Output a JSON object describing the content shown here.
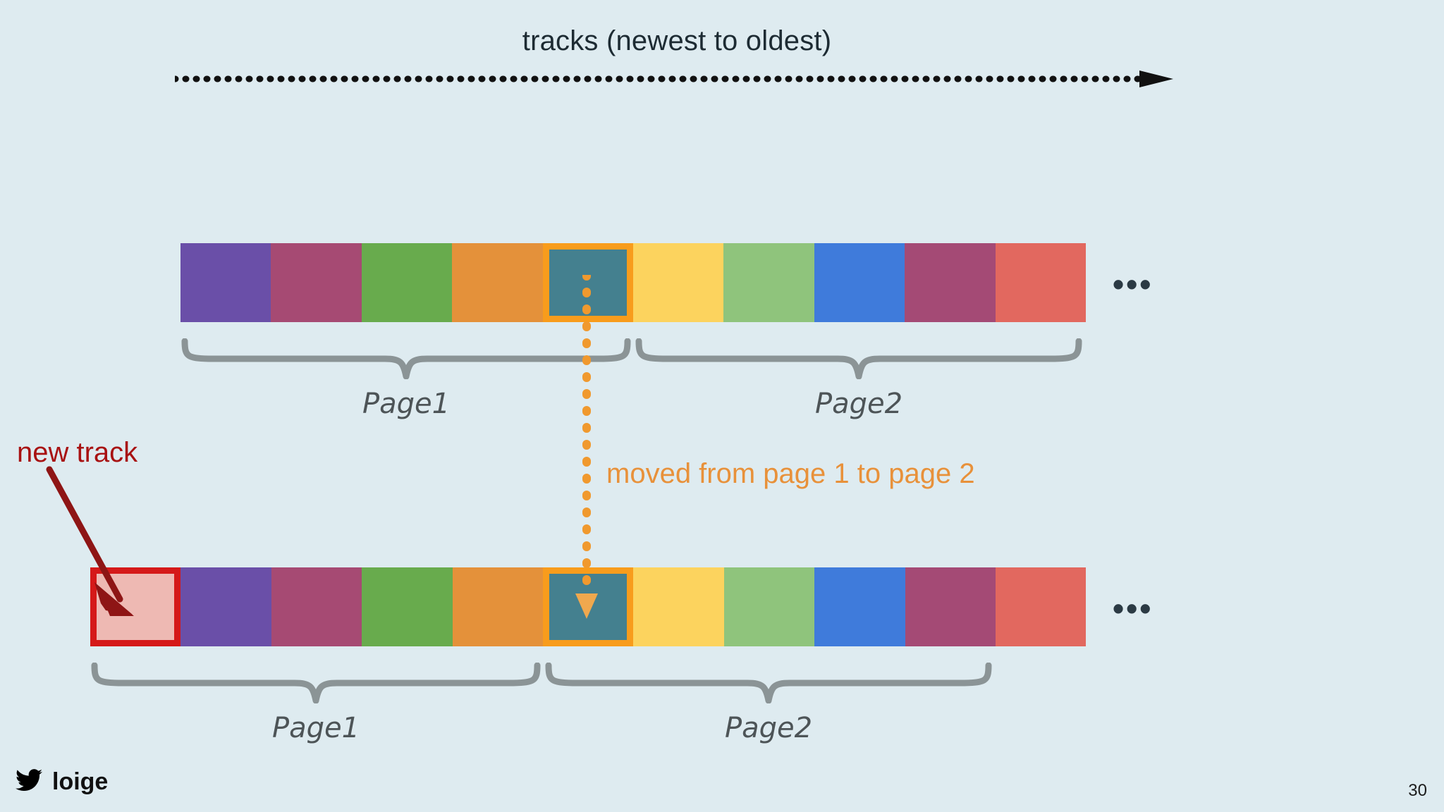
{
  "slide": {
    "background_color": "#deebf0",
    "page_number": "30",
    "timeline": {
      "title": "tracks (newest to oldest)",
      "axis_style": "dotted-arrow",
      "axis_color": "#111111"
    },
    "annotations": {
      "new_track_label": "new track",
      "new_track_color": "#a81212",
      "moved_label": "moved from page 1 to page 2",
      "moved_color": "#e8913a"
    },
    "ellipsis": "•••",
    "brace_color": "#8b9496",
    "page_label_color": "#4d5457"
  },
  "rows": [
    {
      "id": "before",
      "ellipsis": "•••",
      "cells": [
        {
          "name": "track-1",
          "color": "#6a4fa8",
          "highlight": false
        },
        {
          "name": "track-2",
          "color": "#a64a73",
          "highlight": false
        },
        {
          "name": "track-3",
          "color": "#68ab4d",
          "highlight": false
        },
        {
          "name": "track-4",
          "color": "#e4913a",
          "highlight": false
        },
        {
          "name": "track-5",
          "color": "#44808f",
          "highlight": true
        },
        {
          "name": "track-6",
          "color": "#fcd35e",
          "highlight": false
        },
        {
          "name": "track-7",
          "color": "#8fc47c",
          "highlight": false
        },
        {
          "name": "track-8",
          "color": "#3f7bdb",
          "highlight": false
        },
        {
          "name": "track-9",
          "color": "#a44a75",
          "highlight": false
        },
        {
          "name": "track-10",
          "color": "#e2685f",
          "highlight": false
        }
      ],
      "braces": [
        {
          "label": "Page1"
        },
        {
          "label": "Page2"
        }
      ]
    },
    {
      "id": "after",
      "ellipsis": "•••",
      "cells": [
        {
          "name": "new-track",
          "color": "#eeb9b3",
          "highlight": false,
          "new_track": true
        },
        {
          "name": "track-1",
          "color": "#6a4fa8",
          "highlight": false
        },
        {
          "name": "track-2",
          "color": "#a64a73",
          "highlight": false
        },
        {
          "name": "track-3",
          "color": "#68ab4d",
          "highlight": false
        },
        {
          "name": "track-4",
          "color": "#e4913a",
          "highlight": false
        },
        {
          "name": "track-5",
          "color": "#44808f",
          "highlight": true
        },
        {
          "name": "track-6",
          "color": "#fcd35e",
          "highlight": false
        },
        {
          "name": "track-7",
          "color": "#8fc47c",
          "highlight": false
        },
        {
          "name": "track-8",
          "color": "#3f7bdb",
          "highlight": false
        },
        {
          "name": "track-9",
          "color": "#a44a75",
          "highlight": false
        },
        {
          "name": "track-10",
          "color": "#e2685f",
          "highlight": false
        }
      ],
      "braces": [
        {
          "label": "Page1"
        },
        {
          "label": "Page2"
        }
      ]
    }
  ],
  "footer": {
    "handle": "loige",
    "icon": "twitter-bird-icon"
  }
}
